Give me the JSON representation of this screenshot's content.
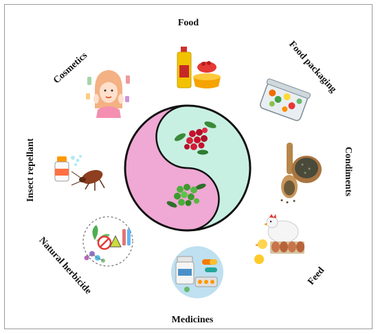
{
  "center": {
    "left_color": "#f0a8d4",
    "right_color": "#c8f0e2",
    "outline_color": "#111111"
  },
  "labels": {
    "food": "Food",
    "food_packaging": "Food packaging",
    "condiments": "Condiments",
    "feed": "Feed",
    "medicines": "Medicines",
    "natural_herbicide": "Natural herbicide",
    "insect_repellant": "Insect repellant",
    "cosmetics": "Cosmetics"
  },
  "icons": {
    "food": "oil-bottle-and-honey-bowl-icon",
    "food_packaging": "vegetable-container-icon",
    "condiments": "spoon-and-seed-bowl-icon",
    "feed": "hens-and-eggs-icon",
    "medicines": "pill-bottle-and-capsules-icon",
    "natural_herbicide": "herbicide-lab-icon",
    "insect_repellant": "spray-can-and-cockroach-icon",
    "cosmetics": "woman-face-care-icon",
    "center_top": "red-pepper-berries-icon",
    "center_bottom": "green-pepper-berries-icon"
  }
}
